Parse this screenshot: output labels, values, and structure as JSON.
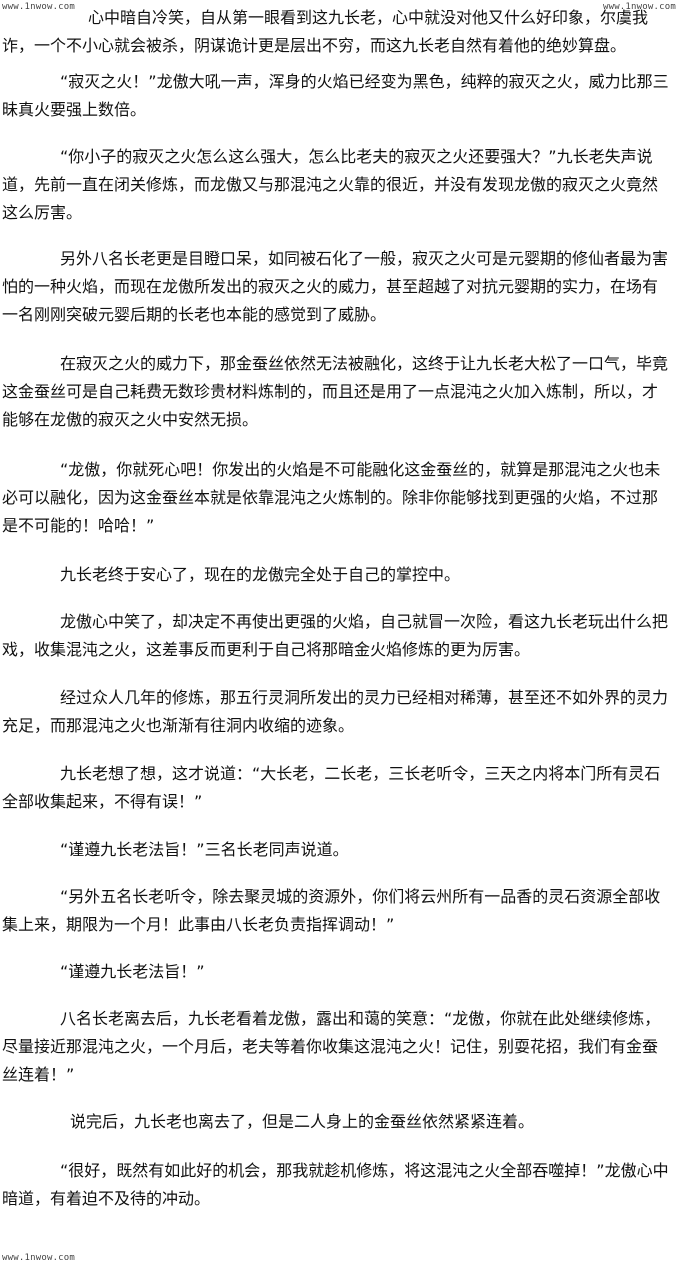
{
  "watermarks": {
    "top_left": "www.1nwow.com",
    "top_right": "www.1nwow.com",
    "bottom_left": "www.1nwow.com"
  },
  "paragraphs": [
    "心中暗自冷笑，自从第一眼看到这九长老，心中就没对他又什么好印象，尔虞我诈，一个不小心就会被杀，阴谋诡计更是层出不穷，而这九长老自然有着他的绝妙算盘。",
    "“寂灭之火！”龙傲大吼一声，浑身的火焰已经变为黑色，纯粹的寂灭之火，威力比那三昧真火要强上数倍。",
    "“你小子的寂灭之火怎么这么强大，怎么比老夫的寂灭之火还要强大？”九长老失声说道，先前一直在闭关修炼，而龙傲又与那混沌之火靠的很近，并没有发现龙傲的寂灭之火竟然这么厉害。",
    "另外八名长老更是目瞪口呆，如同被石化了一般，寂灭之火可是元婴期的修仙者最为害怕的一种火焰，而现在龙傲所发出的寂灭之火的威力，甚至超越了对抗元婴期的实力，在场有一名刚刚突破元婴后期的长老也本能的感觉到了威胁。",
    "在寂灭之火的威力下，那金蚕丝依然无法被融化，这终于让九长老大松了一口气，毕竟这金蚕丝可是自己耗费无数珍贵材料炼制的，而且还是用了一点混沌之火加入炼制，所以，才能够在龙傲的寂灭之火中安然无损。",
    "“龙傲，你就死心吧！你发出的火焰是不可能融化这金蚕丝的，就算是那混沌之火也未必可以融化，因为这金蚕丝本就是依靠混沌之火炼制的。除非你能够找到更强的火焰，不过那是不可能的！哈哈！”",
    "九长老终于安心了，现在的龙傲完全处于自己的掌控中。",
    "龙傲心中笑了，却决定不再使出更强的火焰，自己就冒一次险，看这九长老玩出什么把戏，收集混沌之火，这差事反而更利于自己将那暗金火焰修炼的更为厉害。",
    "经过众人几年的修炼，那五行灵洞所发出的灵力已经相对稀薄，甚至还不如外界的灵力充足，而那混沌之火也渐渐有往洞内收缩的迹象。",
    "九长老想了想，这才说道：“大长老，二长老，三长老听令，三天之内将本门所有灵石全部收集起来，不得有误！”",
    "“谨遵九长老法旨！”三名长老同声说道。",
    "“另外五名长老听令，除去聚灵城的资源外，你们将云州所有一品香的灵石资源全部收集上来，期限为一个月！此事由八长老负责指挥调动！”",
    "“谨遵九长老法旨！”",
    "八名长老离去后，九长老看着龙傲，露出和蔼的笑意：“龙傲，你就在此处继续修炼，尽量接近那混沌之火，一个月后，老夫等着你收集这混沌之火！记住，别耍花招，我们有金蚕丝连着！”",
    "说完后，九长老也离去了，但是二人身上的金蚕丝依然紧紧连着。",
    "“很好，既然有如此好的机会，那我就趁机修炼，将这混沌之火全部吞噬掉！”龙傲心中暗道，有着迫不及待的冲动。"
  ]
}
